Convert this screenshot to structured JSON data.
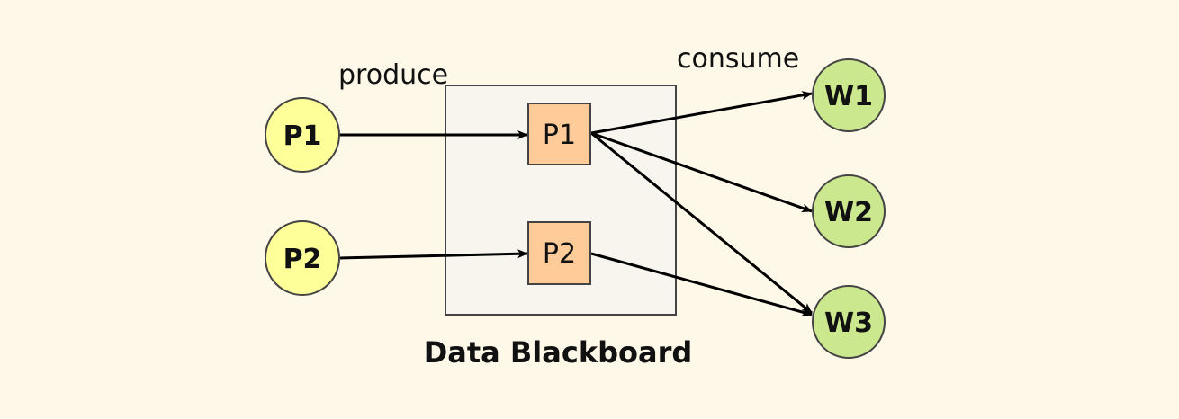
{
  "diagram": {
    "labels": {
      "produce": "produce",
      "consume": "consume",
      "blackboard": "Data Blackboard"
    },
    "colors": {
      "background": "#fef8e8",
      "producer_fill": "#ffff99",
      "worker_fill": "#cce88f",
      "slot_fill": "#ffcc99",
      "blackboard_fill": "#f7f5ee",
      "stroke": "#444444",
      "edge": "#000000"
    },
    "producers": [
      {
        "id": "P1",
        "label": "P1"
      },
      {
        "id": "P2",
        "label": "P2"
      }
    ],
    "slots": [
      {
        "id": "S1",
        "label": "P1"
      },
      {
        "id": "S2",
        "label": "P2"
      }
    ],
    "workers": [
      {
        "id": "W1",
        "label": "W1"
      },
      {
        "id": "W2",
        "label": "W2"
      },
      {
        "id": "W3",
        "label": "W3"
      }
    ],
    "edges": [
      {
        "from": "P1",
        "to": "S1",
        "kind": "produce"
      },
      {
        "from": "P2",
        "to": "S2",
        "kind": "produce"
      },
      {
        "from": "S1",
        "to": "W1",
        "kind": "consume"
      },
      {
        "from": "S1",
        "to": "W2",
        "kind": "consume"
      },
      {
        "from": "S1",
        "to": "W3",
        "kind": "consume"
      },
      {
        "from": "S2",
        "to": "W3",
        "kind": "consume"
      }
    ]
  }
}
